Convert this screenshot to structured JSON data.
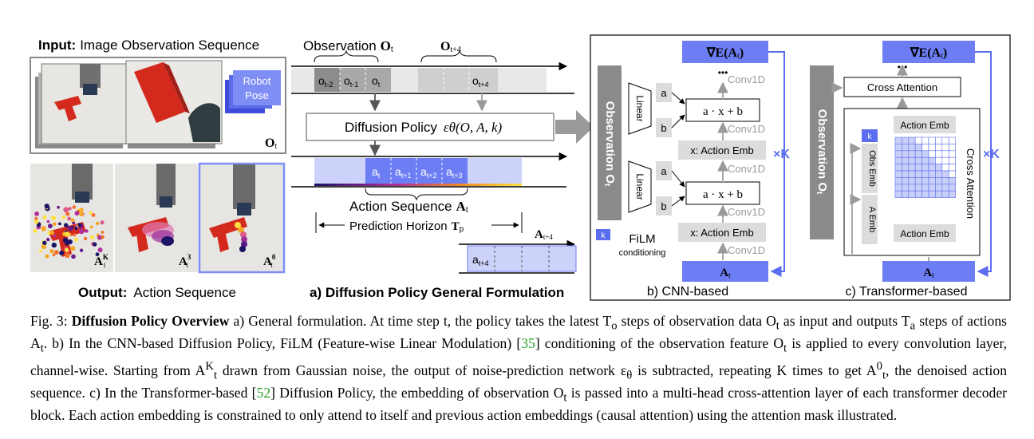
{
  "figure": {
    "panel_a": {
      "input_prefix": "Input:",
      "input_text": "Image Observation Sequence",
      "robot_pose_line1": "Robot",
      "robot_pose_line2": "Pose",
      "o_t_label": "O",
      "o_t_sub": "t",
      "output_prefix": "Output:",
      "output_text": "Action Sequence",
      "a_k_label": "A",
      "a_k_sup": "K",
      "a_3_sup": "3",
      "a_0_sup": "0",
      "a_t_sub": "t",
      "observation_label": "Observation",
      "obs_bold": "O",
      "obs_sub": "t",
      "o_t4_label": "O",
      "o_t4_sub": "t+4",
      "obs_cells": [
        "o",
        "o",
        "o"
      ],
      "obs_cell_subs": [
        "t-2",
        "t-1",
        "t"
      ],
      "o_t4_cell": "o",
      "o_t4_cell_sub": "t+4",
      "diffusion_policy_text": "Diffusion Policy",
      "diffusion_policy_formula": "εθ(O, A, k)",
      "action_cells": [
        "a",
        "a",
        "a",
        "a"
      ],
      "action_cell_subs": [
        "t",
        "t+1",
        "t+2",
        "t+3"
      ],
      "action_sequence_label": "Action Sequence",
      "action_seq_bold": "A",
      "action_seq_sub": "t",
      "prediction_horizon_label": "Prediction Horizon",
      "tp_bold": "T",
      "tp_sub": "p",
      "a_t4_label": "A",
      "a_t4_sub": "t+4",
      "a_t4_cell": "a",
      "a_t4_cell_sub": "t+4",
      "title": "a) Diffusion Policy General Formulation"
    },
    "panel_b": {
      "observation_vertical": "Observation O",
      "observation_vertical_sub": "t",
      "linear": "Linear",
      "a": "a",
      "b": "b",
      "formula": "a · x + b",
      "conv1d": "Conv1D",
      "x_action_emb": "x: Action Emb",
      "grad_e": "∇E(A",
      "grad_e_sub": "t",
      "grad_e_close": ")",
      "dots": "•••",
      "at": "A",
      "at_sub": "t",
      "times_k": "×K",
      "k_icon": "k",
      "film": "FiLM",
      "film_sub": "conditioning",
      "title": "b) CNN-based"
    },
    "panel_c": {
      "observation_vertical": "Observation O",
      "observation_vertical_sub": "t",
      "cross_attention": "Cross Attention",
      "action_emb": "Action Emb",
      "obs_emb": "Obs Emb",
      "a_emb": "A Emb",
      "cross_attention_vertical": "Cross Attention",
      "k_icon": "k",
      "grad_e": "∇E(A",
      "grad_e_sub": "t",
      "grad_e_close": ")",
      "dots": "•••",
      "at": "A",
      "at_sub": "t",
      "times_k": "×K",
      "title": "c) Transformer-based"
    }
  },
  "caption": {
    "fig_label": "Fig. 3:",
    "bold_title": "Diffusion Policy Overview",
    "text_1": " a) General formulation. At time step t, the policy takes the latest T",
    "sub_o": "o",
    "text_2": " steps of observation data O",
    "sub_t1": "t",
    "text_3": " as input and outputs T",
    "sub_a": "a",
    "text_4": " steps of actions A",
    "sub_t2": "t",
    "text_5": ". b) In the CNN-based Diffusion Policy, FiLM (Feature-wise Linear Modulation) [",
    "cite_1": "35",
    "text_6": "] conditioning of the observation feature O",
    "sub_t3": "t",
    "text_7": " is applied to every convolution layer, channel-wise. Starting from A",
    "sup_k": "K",
    "sub_t4": "t",
    "text_8": " drawn from Gaussian noise, the output of noise-prediction network ε",
    "sub_theta": "θ",
    "text_9": " is subtracted, repeating K times to get A",
    "sup_0": "0",
    "sub_t5": "t",
    "text_10": ", the denoised action sequence. c) In the Transformer-based [",
    "cite_2": "52",
    "text_11": "] Diffusion Policy, the embedding of observation O",
    "sub_t6": "t",
    "text_12": " is passed into a multi-head cross-attention layer of each transformer decoder block. Each action embedding is constrained to only attend to itself and previous action embeddings (causal attention) using the attention mask illustrated."
  },
  "colors": {
    "blue_box": "#6d7ef5",
    "light_blue": "#c9cff8",
    "gray_dark": "#8a8a8a",
    "gray_light": "#d9d9d9",
    "arrow_blue": "#5b6ef0",
    "cite_green": "#2ca02c"
  }
}
